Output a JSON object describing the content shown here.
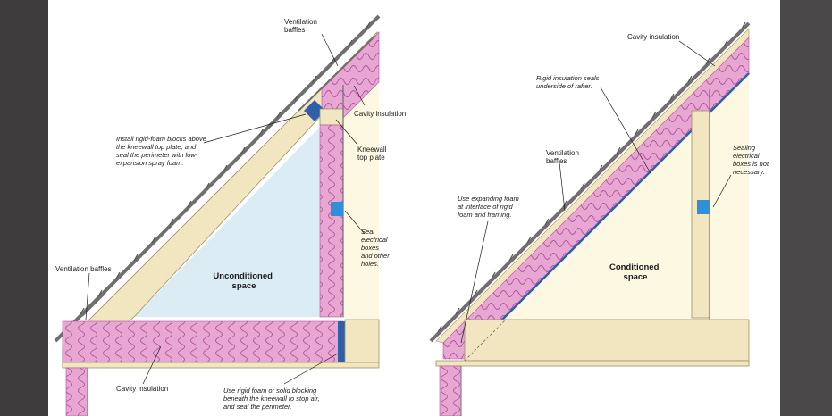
{
  "colors": {
    "insulation": "#e8a6d3",
    "insulation_line": "#b0559a",
    "rigid_foam": "#f7eeb8",
    "unconditioned": "#dcecf5",
    "conditioned": "#fdf8e2",
    "wood": "#f1e6bf",
    "roof_edge": "#6f6f6f",
    "electrical_box": "#2f8fd8"
  },
  "left_diagram": {
    "labels": {
      "ventilation_baffles_top": [
        "Ventilation",
        "baffles"
      ],
      "cavity_insulation_top": "Cavity insulation",
      "rigid_foam_note": [
        "Install rigid-foam blocks above",
        "the kneewall top plate, and",
        "seal the perimeter with low-",
        "expansion spray foam."
      ],
      "kneewall_top_plate": [
        "Kneewall",
        "top plate"
      ],
      "seal_boxes": [
        "Seal",
        "electrical",
        "boxes",
        "and other",
        "holes."
      ],
      "ventilation_baffles_bottom": "Ventilation baffles",
      "space_label": [
        "Unconditioned",
        "space"
      ],
      "cavity_insulation_bottom": "Cavity insulation",
      "blocking_note": [
        "Use rigid foam or solid blocking",
        "beneath the kneewall to stop air,",
        "and seal the perimeter."
      ]
    }
  },
  "right_diagram": {
    "labels": {
      "cavity_insulation_top": "Cavity insulation",
      "rigid_insulation_note": [
        "Rigid insulation seals",
        "underside of rafter."
      ],
      "ventilation_baffles": [
        "Ventilation",
        "baffles"
      ],
      "sealing_note": [
        "Sealing",
        "electrical",
        "boxes is not",
        "necessary."
      ],
      "expanding_foam_note": [
        "Use expanding foam",
        "at interface of rigid",
        "foam and framing."
      ],
      "space_label": [
        "Conditioned",
        "space"
      ]
    }
  }
}
